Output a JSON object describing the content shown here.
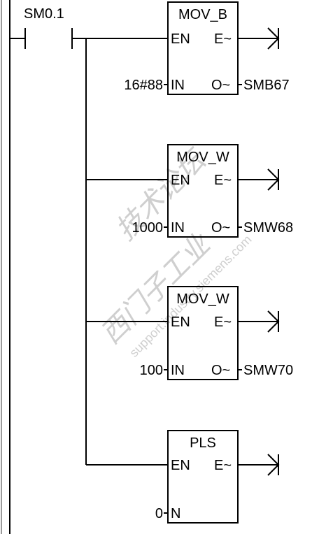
{
  "rung": {
    "contact_label": "SM0.1"
  },
  "blocks": [
    {
      "title": "MOV_B",
      "en": "EN",
      "eno": "E~",
      "in_pin": "IN",
      "out_pin": "O~",
      "in_value": "16#88",
      "out_value": "SMB67"
    },
    {
      "title": "MOV_W",
      "en": "EN",
      "eno": "E~",
      "in_pin": "IN",
      "out_pin": "O~",
      "in_value": "1000",
      "out_value": "SMW68"
    },
    {
      "title": "MOV_W",
      "en": "EN",
      "eno": "E~",
      "in_pin": "IN",
      "out_pin": "O~",
      "in_value": "100",
      "out_value": "SMW70"
    },
    {
      "title": "PLS",
      "en": "EN",
      "eno": "E~",
      "in_pin": "N",
      "in_value": "0"
    }
  ],
  "watermark": {
    "line1": "西门子工业",
    "line2": "support.industry.siemens.com",
    "line3": "技术论坛"
  },
  "colors": {
    "line": "#000000",
    "left_rail": "#9a9a9a",
    "watermark": "#cfcfcf",
    "background": "#ffffff"
  }
}
